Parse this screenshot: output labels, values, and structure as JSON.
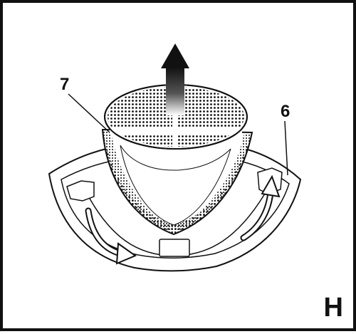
{
  "figure": {
    "panel_letter": "H",
    "callouts": [
      {
        "number": "7",
        "part": "filter"
      },
      {
        "number": "6",
        "part": "filter holder"
      }
    ],
    "icons": [
      "arrow-up-icon",
      "rotate-left-arrow-icon",
      "rotate-right-arrow-icon"
    ],
    "colors": {
      "line": "#111111",
      "fill": "#ffffff",
      "frame": "#111111"
    }
  }
}
